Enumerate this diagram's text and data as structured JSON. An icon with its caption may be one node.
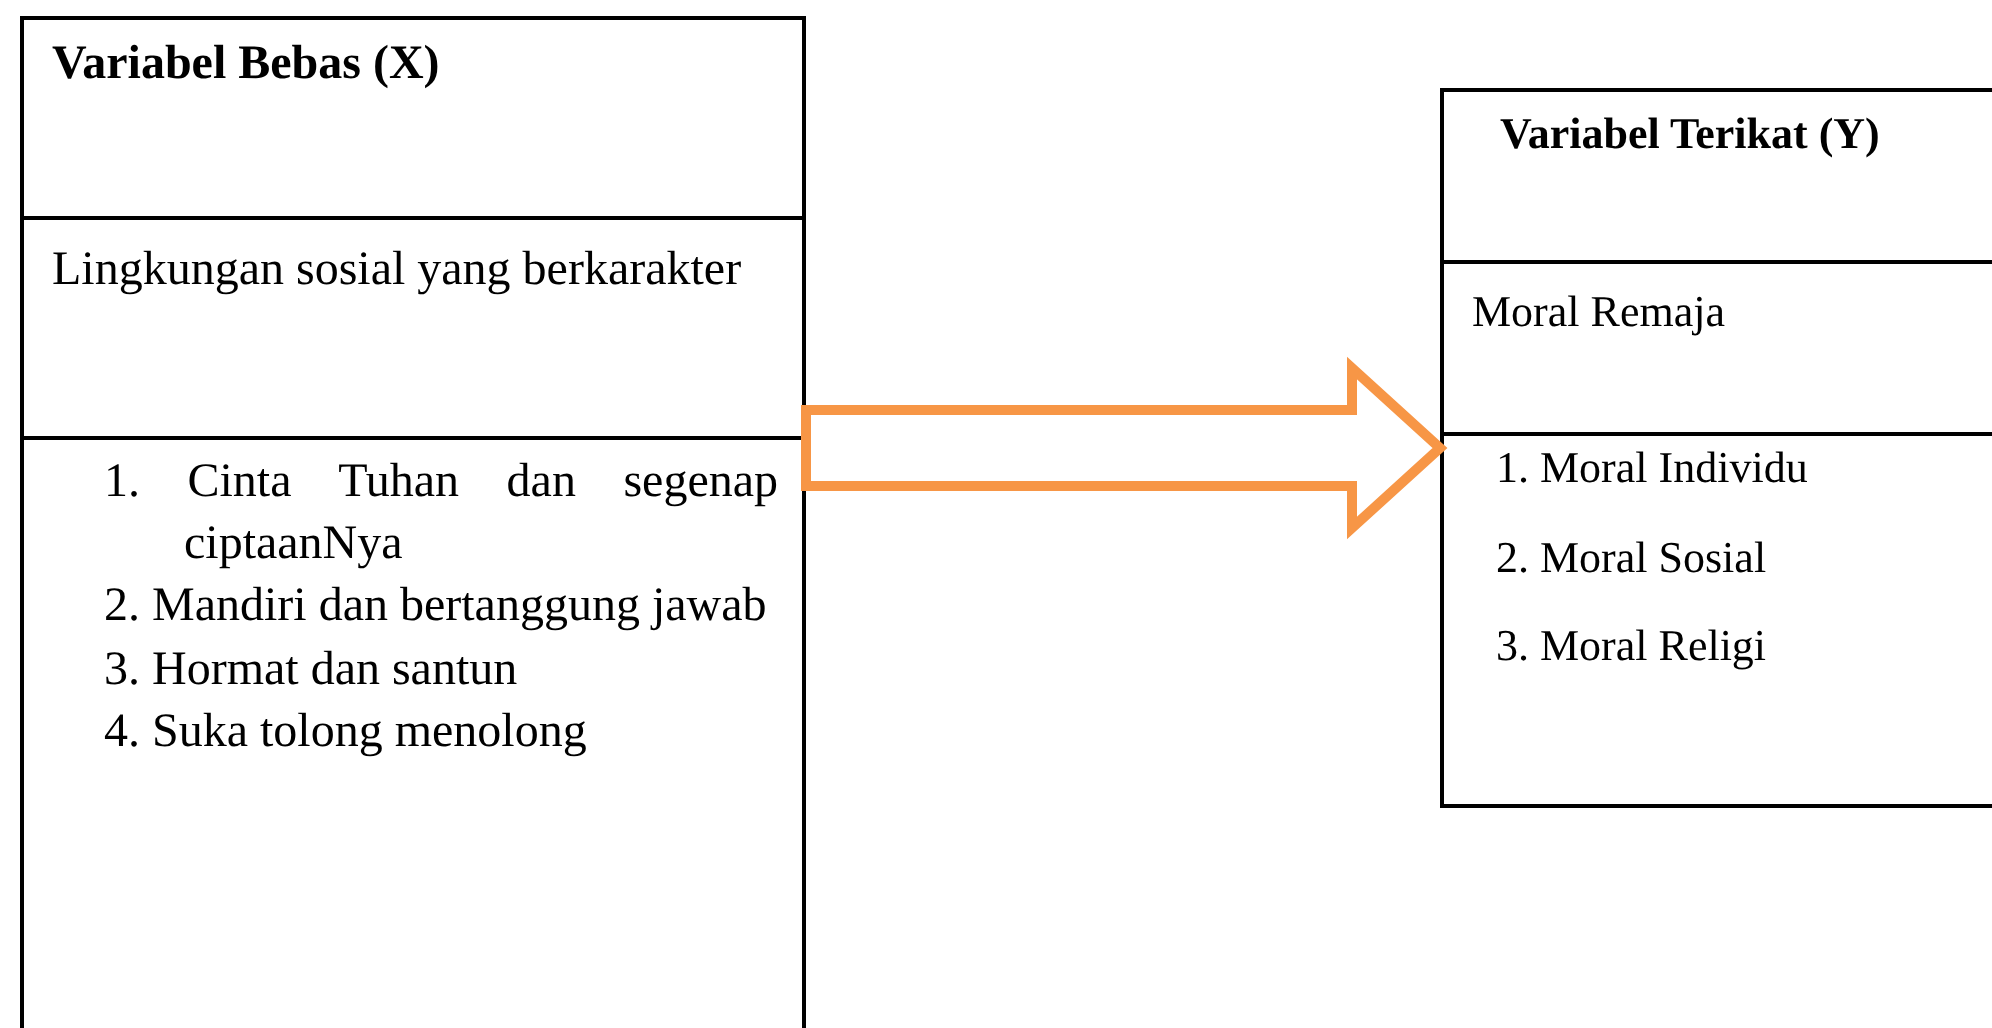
{
  "diagram": {
    "nodes": [
      {
        "text": [
          "Variabel Bebas (X)",
          "Lingkungan sosial yang berkarakter",
          "1. Cinta Tuhan dan segenap ciptaanNya",
          "2. Mandiri dan bertanggung jawab",
          "3. Hormat dan santun",
          "4. Suka tolong menolong"
        ]
      },
      {
        "text": [
          "Variabel Terikat (Y)",
          "Moral Remaja",
          "1. Moral Individu",
          "2. Moral Sosial",
          "3. Moral Religi"
        ]
      }
    ],
    "edges": [
      {
        "from": 0,
        "to": 1,
        "arrow": "to",
        "color": "#f79646"
      }
    ]
  }
}
